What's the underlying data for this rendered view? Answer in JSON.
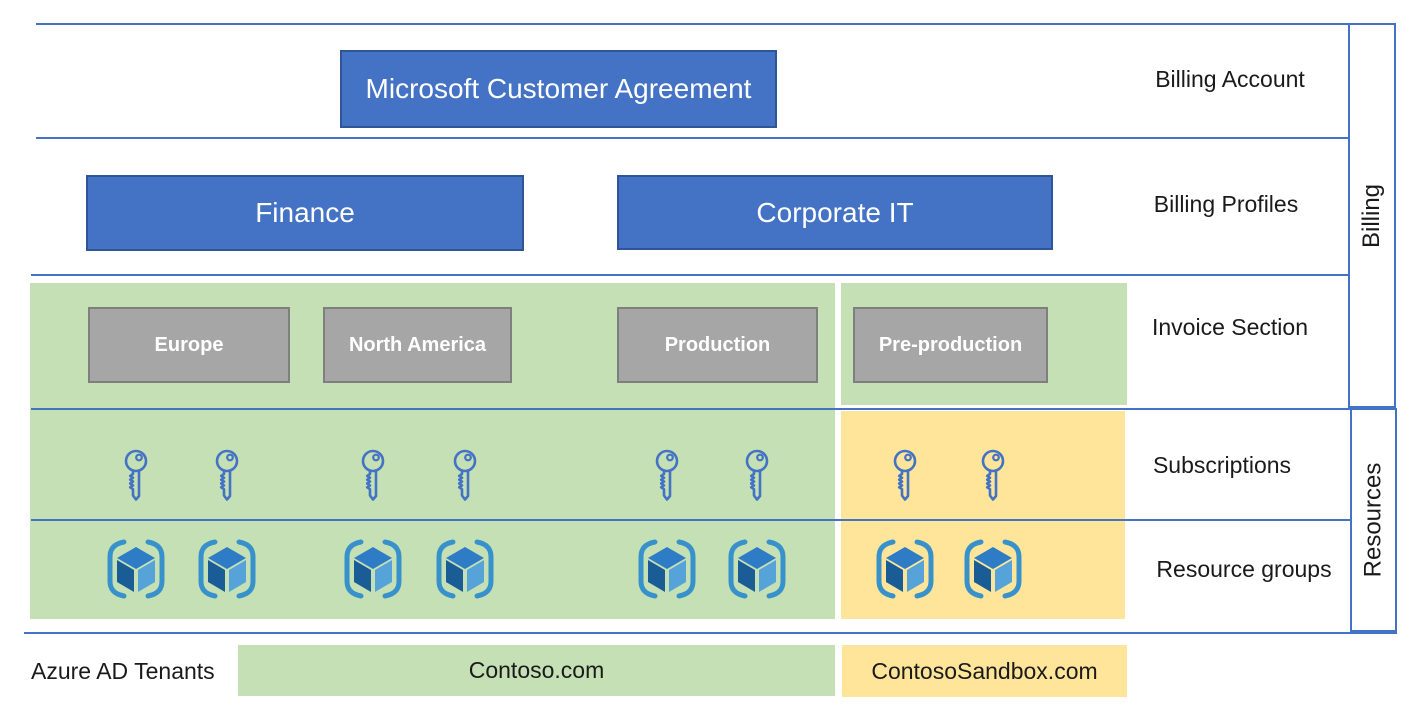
{
  "rows": {
    "billing_account": {
      "label": "Billing Account",
      "box": "Microsoft Customer Agreement"
    },
    "billing_profiles": {
      "label": "Billing Profiles",
      "boxes": [
        "Finance",
        "Corporate IT"
      ]
    },
    "invoice_section": {
      "label": "Invoice Section",
      "boxes": [
        "Europe",
        "North America",
        "Production",
        "Pre-production"
      ]
    },
    "subscriptions": {
      "label": "Subscriptions",
      "key_icon_count": 8
    },
    "resource_groups": {
      "label": "Resource groups",
      "resource_group_icon_count": 8
    }
  },
  "side_labels": {
    "billing": "Billing",
    "resources": "Resources"
  },
  "tenants": {
    "caption": "Azure AD Tenants",
    "items": [
      {
        "name": "Contoso.com",
        "color": "#C5E0B4"
      },
      {
        "name": "ContosoSandbox.com",
        "color": "#FFE599"
      }
    ]
  },
  "icons": {
    "subscription": "key-icon",
    "resource_group": "resource-group-icon"
  },
  "colors": {
    "box_blue": "#4472C4",
    "box_blue_border": "#2F5597",
    "box_gray": "#A6A6A6",
    "box_gray_border": "#7F7F7F",
    "band_green": "#C5E0B4",
    "band_yellow": "#FFE599",
    "line_blue": "#4472C4",
    "box_text": "#FFFFFF",
    "label_text": "#1A1A1A"
  }
}
